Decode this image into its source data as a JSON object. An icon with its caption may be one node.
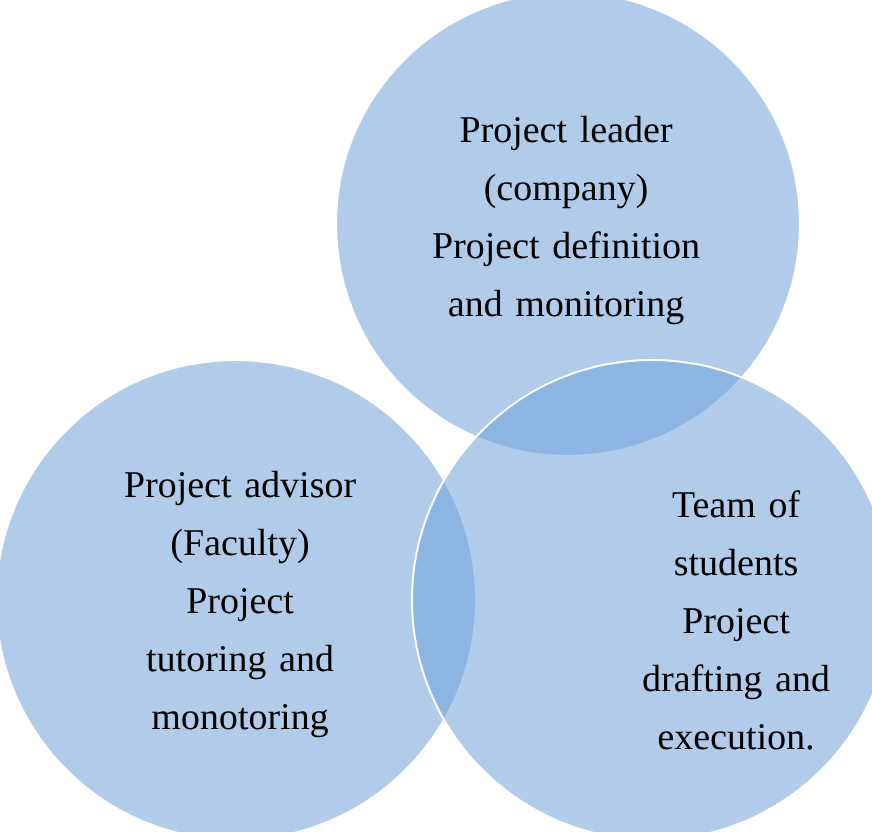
{
  "diagram": {
    "nodes": [
      {
        "text": [
          "Project leader (company)",
          "Project definition and monitoring"
        ]
      },
      {
        "text": [
          "Project advisor (Faculty)",
          "Project tutoring and monotoring"
        ]
      },
      {
        "text": [
          "Team of students",
          "Project drafting and execution."
        ]
      }
    ]
  }
}
